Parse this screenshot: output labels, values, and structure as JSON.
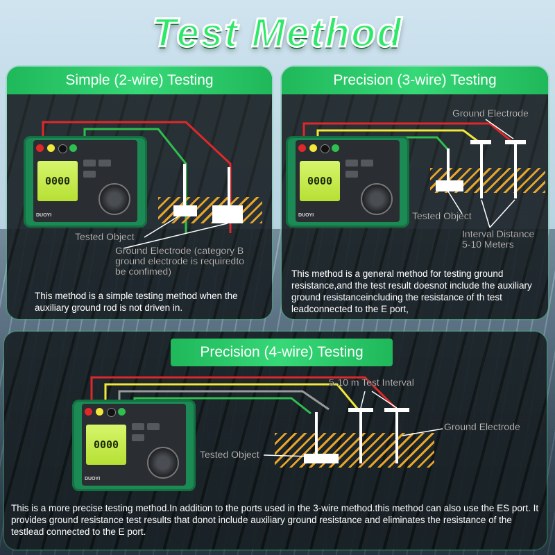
{
  "title": "Test Method",
  "panel1": {
    "heading": "Simple (2-wire) Testing",
    "label_tested": "Tested Object",
    "label_ground": "Ground Electrode (category B ground electrode is requiredto be confimed)",
    "description": "This method is a simple testing method when the auxiliary ground rod is not driven in."
  },
  "panel2": {
    "heading": "Precision (3-wire) Testing",
    "label_ground": "Ground Electrode",
    "label_tested": "Tested Object",
    "label_interval": "Interval Distance 5-10 Meters",
    "description": "This method is a general method for testing ground resistance,and the test result doesnot include the auxiliary ground resistanceincluding the resistance of th test leadconnected to the E port,"
  },
  "panel3": {
    "heading": "Precision (4-wire) Testing",
    "label_interval": "5-10 m Test Interval",
    "label_ground": "Ground Electrode",
    "label_tested": "Tested Object",
    "description": "This is a more precise testing method.In addition to the ports used in the 3-wire method.this method can also use the ES port. It provides ground resistance test results that donot include auxiliary ground resistance and eliminates the resistance of the testlead connected to the E port."
  },
  "meter": {
    "display": "0000",
    "brand": "DUOYI"
  },
  "colors": {
    "accent": "#2ee86a",
    "wire_red": "#e0282a",
    "wire_yellow": "#f2e83a",
    "wire_green": "#2fbf4f",
    "wire_gray": "#9a9a9a"
  }
}
